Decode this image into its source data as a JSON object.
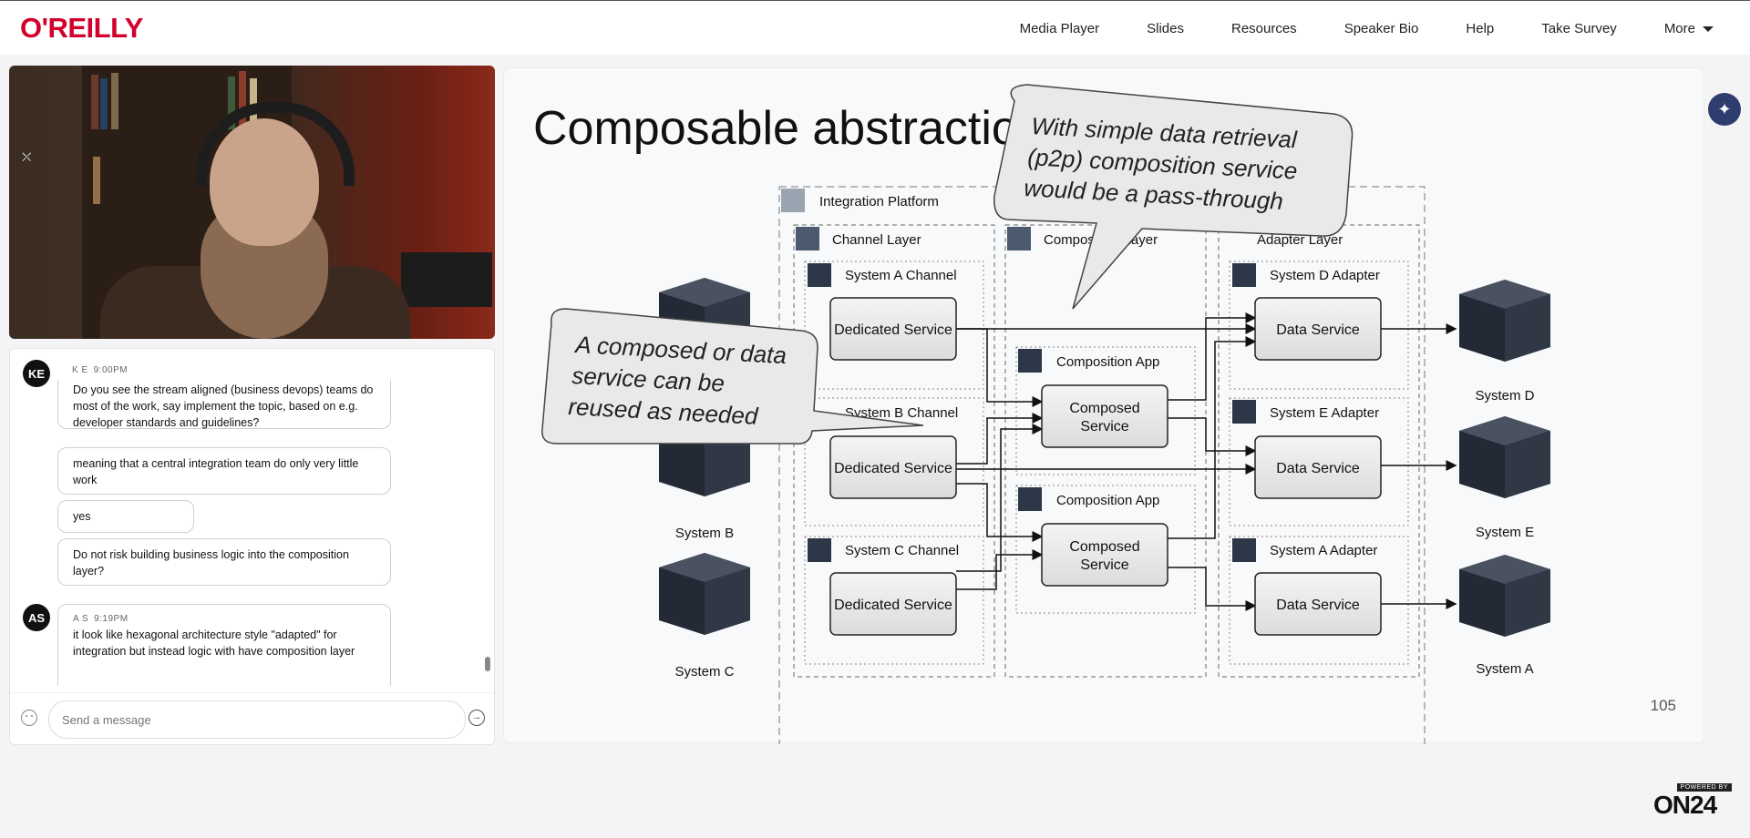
{
  "header": {
    "logo": "O'REILLY",
    "nav": [
      {
        "label": "Media Player"
      },
      {
        "label": "Slides"
      },
      {
        "label": "Resources"
      },
      {
        "label": "Speaker Bio"
      },
      {
        "label": "Help"
      },
      {
        "label": "Take Survey"
      },
      {
        "label": "More"
      }
    ]
  },
  "chat": {
    "messages": [
      {
        "avatar": "KE",
        "author": "K E",
        "time": "9:00PM",
        "bubbles": [
          "Do you see the stream aligned (business devops) teams do most of the work, say implement the topic, based on e.g. developer standards and guidelines?",
          "meaning that a central integration team do only very little work",
          "yes",
          "Do not risk building business logic into the composition layer?"
        ]
      },
      {
        "avatar": "AS",
        "author": "A S",
        "time": "9:19PM",
        "bubbles": [
          "it look like hexagonal architecture style \"adapted\" for integration but instead logic with have composition layer"
        ]
      }
    ],
    "input_placeholder": "Send a message"
  },
  "slide": {
    "title": "Composable abstractions",
    "page_number": "105",
    "callouts": {
      "top": [
        "With simple data retrieval",
        "(p2p) composition service",
        "would be a pass-through"
      ],
      "left": [
        "A composed or data",
        "service can be",
        "reused as needed"
      ]
    },
    "diagram": {
      "platform": "Integration Platform",
      "layers": {
        "channel": "Channel Layer",
        "composition": "Composition Layer",
        "adapter": "Adapter Layer"
      },
      "channels": [
        "System A Channel",
        "System B Channel",
        "System C Channel"
      ],
      "dedicated": "Dedicated Service",
      "composition_app": "Composition App",
      "composed_service": [
        "Composed",
        "Service"
      ],
      "adapters": [
        "System D Adapter",
        "System E Adapter",
        "System A Adapter"
      ],
      "data_service": "Data Service",
      "systems_left": [
        "System B",
        "System C"
      ],
      "systems_right": [
        "System D",
        "System E",
        "System A"
      ]
    }
  },
  "footer": {
    "powered_by": "POWERED BY",
    "brand": "ON24"
  }
}
